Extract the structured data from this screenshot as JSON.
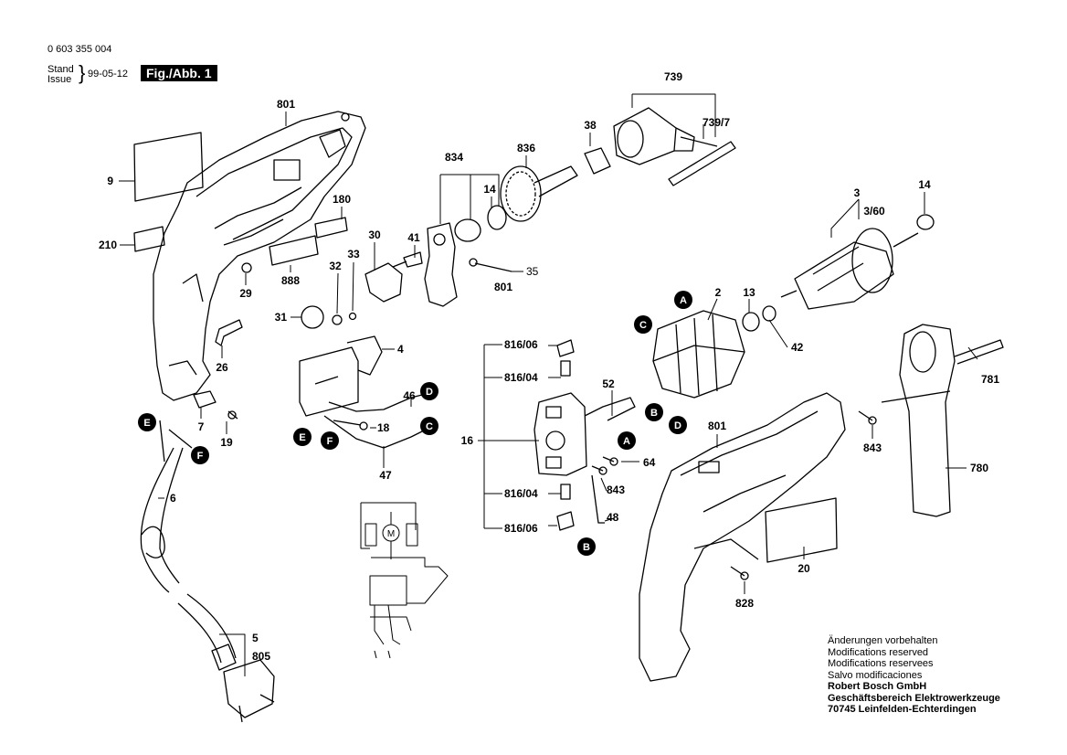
{
  "header": {
    "part_number": "0 603 355 004",
    "stand_label": "Stand",
    "issue_label": "Issue",
    "date": "99-05-12",
    "figure_label": "Fig./Abb. 1"
  },
  "notes": {
    "lines": [
      "Änderungen vorbehalten",
      "Modifications reserved",
      "Modifications reservees",
      "Salvo modificaciones"
    ],
    "company": "Robert Bosch GmbH",
    "division": "Geschäftsbereich Elektrowerkzeuge",
    "address": "70745 Leinfelden-Echterdingen"
  },
  "callouts": [
    {
      "id": "c801a",
      "text": "801"
    },
    {
      "id": "c9",
      "text": "9"
    },
    {
      "id": "c210",
      "text": "210"
    },
    {
      "id": "c180",
      "text": "180"
    },
    {
      "id": "c888",
      "text": "888"
    },
    {
      "id": "c29",
      "text": "29"
    },
    {
      "id": "c26",
      "text": "26"
    },
    {
      "id": "c7",
      "text": "7"
    },
    {
      "id": "c19",
      "text": "19"
    },
    {
      "id": "c6",
      "text": "6"
    },
    {
      "id": "c5",
      "text": "5"
    },
    {
      "id": "c805",
      "text": "805"
    },
    {
      "id": "c32",
      "text": "32"
    },
    {
      "id": "c33",
      "text": "33"
    },
    {
      "id": "c30",
      "text": "30"
    },
    {
      "id": "c31",
      "text": "31"
    },
    {
      "id": "c41",
      "text": "41"
    },
    {
      "id": "c834",
      "text": "834"
    },
    {
      "id": "c14a",
      "text": "14"
    },
    {
      "id": "c836",
      "text": "836"
    },
    {
      "id": "c38",
      "text": "38"
    },
    {
      "id": "c739",
      "text": "739"
    },
    {
      "id": "c7397",
      "text": "739/7"
    },
    {
      "id": "c35",
      "text": "35"
    },
    {
      "id": "c801b",
      "text": "801"
    },
    {
      "id": "c4",
      "text": "4"
    },
    {
      "id": "c46",
      "text": "46"
    },
    {
      "id": "c18",
      "text": "18"
    },
    {
      "id": "c47",
      "text": "47"
    },
    {
      "id": "c81606a",
      "text": "816/06"
    },
    {
      "id": "c81604a",
      "text": "816/04"
    },
    {
      "id": "c52",
      "text": "52"
    },
    {
      "id": "c16",
      "text": "16"
    },
    {
      "id": "c64",
      "text": "64"
    },
    {
      "id": "c843a",
      "text": "843"
    },
    {
      "id": "c81604b",
      "text": "816/04"
    },
    {
      "id": "c81606b",
      "text": "816/06"
    },
    {
      "id": "c48",
      "text": "48"
    },
    {
      "id": "c2",
      "text": "2"
    },
    {
      "id": "c13",
      "text": "13"
    },
    {
      "id": "c42",
      "text": "42"
    },
    {
      "id": "c3",
      "text": "3"
    },
    {
      "id": "c360",
      "text": "3/60"
    },
    {
      "id": "c14b",
      "text": "14"
    },
    {
      "id": "c801c",
      "text": "801"
    },
    {
      "id": "c843b",
      "text": "843"
    },
    {
      "id": "c781",
      "text": "781"
    },
    {
      "id": "c780",
      "text": "780"
    },
    {
      "id": "c20",
      "text": "20"
    },
    {
      "id": "c828",
      "text": "828"
    }
  ],
  "markers": [
    {
      "id": "mE1",
      "text": "E"
    },
    {
      "id": "mF1",
      "text": "F"
    },
    {
      "id": "mD1",
      "text": "D"
    },
    {
      "id": "mC1",
      "text": "C"
    },
    {
      "id": "mE2",
      "text": "E"
    },
    {
      "id": "mF2",
      "text": "F"
    },
    {
      "id": "mA1",
      "text": "A"
    },
    {
      "id": "mC2",
      "text": "C"
    },
    {
      "id": "mB1",
      "text": "B"
    },
    {
      "id": "mD2",
      "text": "D"
    },
    {
      "id": "mA2",
      "text": "A"
    },
    {
      "id": "mB2",
      "text": "B"
    }
  ],
  "schematic": {
    "motor_symbol": "M"
  }
}
